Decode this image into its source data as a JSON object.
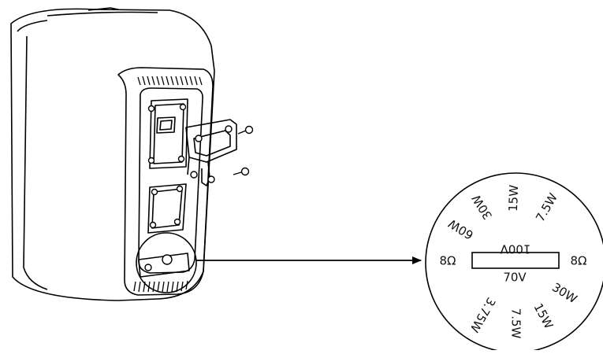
{
  "diagram": {
    "dial": {
      "voltage_top": "100V",
      "voltage_bottom": "70V",
      "tap_left": "8Ω",
      "tap_right": "8Ω",
      "taps_100v": [
        "60W",
        "30W",
        "15W",
        "7.5W"
      ],
      "taps_70v": [
        "30W",
        "15W",
        "7.5W",
        "3.75W"
      ]
    }
  }
}
